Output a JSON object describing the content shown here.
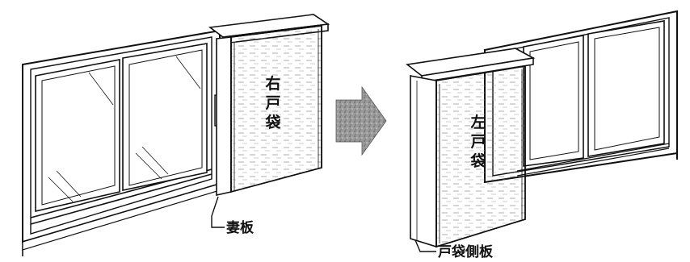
{
  "diagram": {
    "left_figure": {
      "box_label": [
        "右",
        "戸",
        "袋"
      ],
      "callout_label": "妻板"
    },
    "right_figure": {
      "box_label": [
        "左",
        "戸",
        "袋"
      ],
      "callout_label": "戸袋側板"
    },
    "colors": {
      "line": "#111111",
      "arrow": "#8a8a8a",
      "background": "#ffffff"
    },
    "arrow_icon": "right-arrow-icon"
  }
}
